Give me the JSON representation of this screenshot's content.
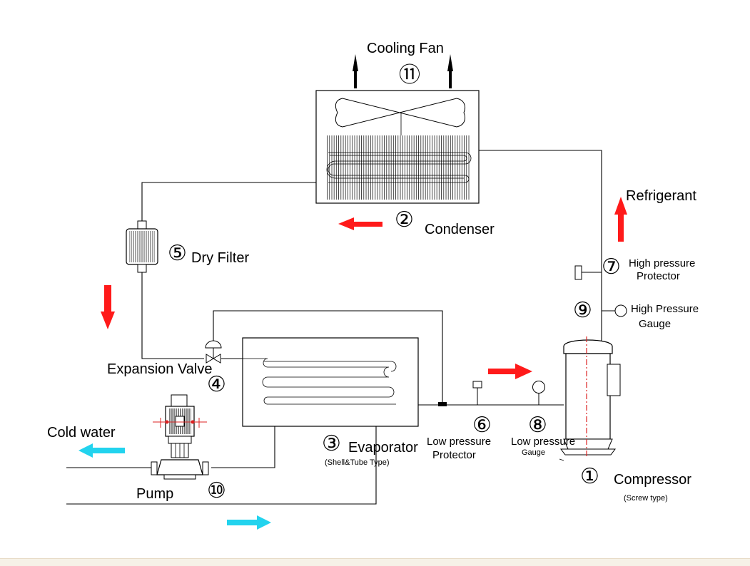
{
  "labels": {
    "cooling_fan": "Cooling Fan",
    "condenser": "Condenser",
    "refrigerant": "Refrigerant",
    "dry_filter": "Dry Filter",
    "high_pressure_protector_1": "High pressure",
    "high_pressure_protector_2": "Protector",
    "high_pressure_gauge_1": "High Pressure",
    "high_pressure_gauge_2": "Gauge",
    "expansion_valve": "Expansion Valve",
    "evaporator": "Evaporator",
    "evaporator_type": "(Shell&Tube Type)",
    "low_pressure_protector_1": "Low pressure",
    "low_pressure_protector_2": "Protector",
    "low_pressure_gauge_1": "Low pressure",
    "low_pressure_gauge_2": "Gauge",
    "compressor": "Compressor",
    "compressor_type": "(Screw type)",
    "cold_water": "Cold water",
    "pump": "Pump"
  },
  "markers": {
    "compressor": "①",
    "condenser": "②",
    "evaporator": "③",
    "expansion_valve": "④",
    "dry_filter": "⑤",
    "low_pressure_protector": "⑥",
    "high_pressure_protector": "⑦",
    "low_pressure_gauge": "⑧",
    "high_pressure_gauge": "⑨",
    "pump": "⑩",
    "cooling_fan": "⑪"
  },
  "colors": {
    "refrigerant_arrow": "#ff1a1a",
    "water_arrow": "#22d3ee",
    "air_arrow": "#000000",
    "compressor_axis": "#dd2222"
  }
}
